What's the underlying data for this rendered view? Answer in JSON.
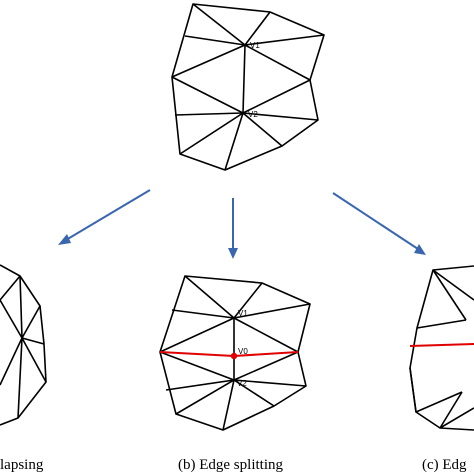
{
  "panels": {
    "top": {
      "v1_label": "V1",
      "v2_label": "V2"
    },
    "a": {
      "caption": "lapsing"
    },
    "b": {
      "caption": "(b) Edge splitting",
      "v1_label": "V1",
      "v0_label": "V0",
      "v2_label": "V2"
    },
    "c": {
      "caption": "(c) Edg"
    }
  },
  "colors": {
    "edge": "#000000",
    "highlight": "#e00000",
    "arrow": "#3a66b0"
  }
}
